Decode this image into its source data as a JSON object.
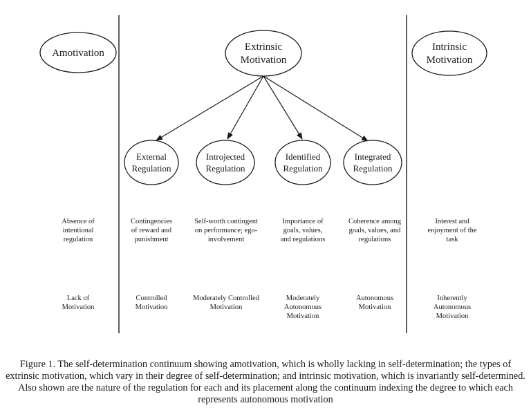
{
  "nodes": {
    "amotivation": "Amotivation",
    "extrinsic": [
      "Extrinsic",
      "Motivation"
    ],
    "intrinsic": [
      "Intrinsic",
      "Motivation"
    ],
    "external": [
      "External",
      "Regulation"
    ],
    "introjected": [
      "Introjected",
      "Regulation"
    ],
    "identified": [
      "Identified",
      "Regulation"
    ],
    "integrated": [
      "Integrated",
      "Regulation"
    ]
  },
  "regulation_row": {
    "amotivation": "Absence of\nintentional\nregulation",
    "external": "Contingencies\nof reward and\npunishment",
    "introjected": "Self-worth contingent\non performance; ego-\ninvolvement",
    "identified": "Importance of\ngoals, values,\nand regulations",
    "integrated": "Coherence among\ngoals, values, and\nregulations",
    "intrinsic": "Interest and\nenjoyment of the\ntask"
  },
  "locus_row": {
    "amotivation": "Lack of\nMotivation",
    "external": "Controlled\nMotivation",
    "introjected": "Moderately Controlled\nMotivation",
    "identified": "Moderately\nAutonomous\nMotivation",
    "integrated": "Autonomous\nMotivation",
    "intrinsic": "Inherently\nAutonomous\nMotivation"
  },
  "caption": "Figure 1.  The self-determination continuum showing amotivation, which is wholly lacking in self-determination; the types of extrinsic motivation, which vary in their degree of self-determination; and intrinsic motivation, which is invariantly self-determined. Also shown are the nature of the regulation for each and its placement along the continuum indexing the degree to which each represents autonomous motivation"
}
